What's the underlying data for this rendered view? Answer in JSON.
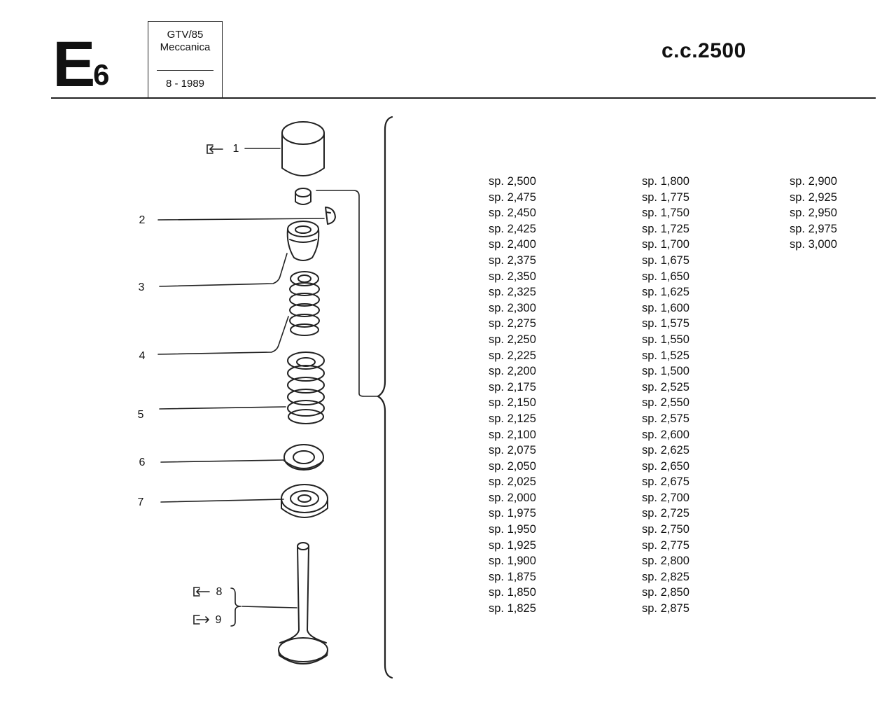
{
  "header": {
    "section_letter": "E",
    "section_number": "6",
    "model_line1": "GTV/85",
    "model_line2": "Meccanica",
    "model_date": "8 - 1989",
    "displacement": "c.c.2500"
  },
  "callouts": [
    {
      "number": "1",
      "icon": "arrow-into-box-icon"
    },
    {
      "number": "2"
    },
    {
      "number": "3"
    },
    {
      "number": "4"
    },
    {
      "number": "5"
    },
    {
      "number": "6"
    },
    {
      "number": "7"
    },
    {
      "number": "8",
      "icon": "arrow-into-box-icon"
    },
    {
      "number": "9",
      "icon": "arrow-out-of-box-icon"
    }
  ],
  "thickness_columns": [
    [
      "sp. 2,500",
      "sp. 2,475",
      "sp. 2,450",
      "sp. 2,425",
      "sp. 2,400",
      "sp. 2,375",
      "sp. 2,350",
      "sp. 2,325",
      "sp. 2,300",
      "sp. 2,275",
      "sp. 2,250",
      "sp. 2,225",
      "sp. 2,200",
      "sp. 2,175",
      "sp. 2,150",
      "sp. 2,125",
      "sp. 2,100",
      "sp. 2,075",
      "sp. 2,050",
      "sp. 2,025",
      "sp. 2,000",
      "sp. 1,975",
      "sp. 1,950",
      "sp. 1,925",
      "sp. 1,900",
      "sp. 1,875",
      "sp. 1,850",
      "sp. 1,825"
    ],
    [
      "sp. 1,800",
      "sp. 1,775",
      "sp. 1,750",
      "sp. 1,725",
      "sp. 1,700",
      "sp. 1,675",
      "sp. 1,650",
      "sp. 1,625",
      "sp. 1,600",
      "sp. 1,575",
      "sp. 1,550",
      "sp. 1,525",
      "sp. 1,500",
      "sp. 2,525",
      "sp. 2,550",
      "sp. 2,575",
      "sp. 2,600",
      "sp. 2,625",
      "sp. 2,650",
      "sp. 2,675",
      "sp. 2,700",
      "sp. 2,725",
      "sp. 2,750",
      "sp. 2,775",
      "sp. 2,800",
      "sp. 2,825",
      "sp. 2,850",
      "sp. 2,875"
    ],
    [
      "sp. 2,900",
      "sp. 2,925",
      "sp. 2,950",
      "sp. 2,975",
      "sp. 3,000"
    ]
  ]
}
